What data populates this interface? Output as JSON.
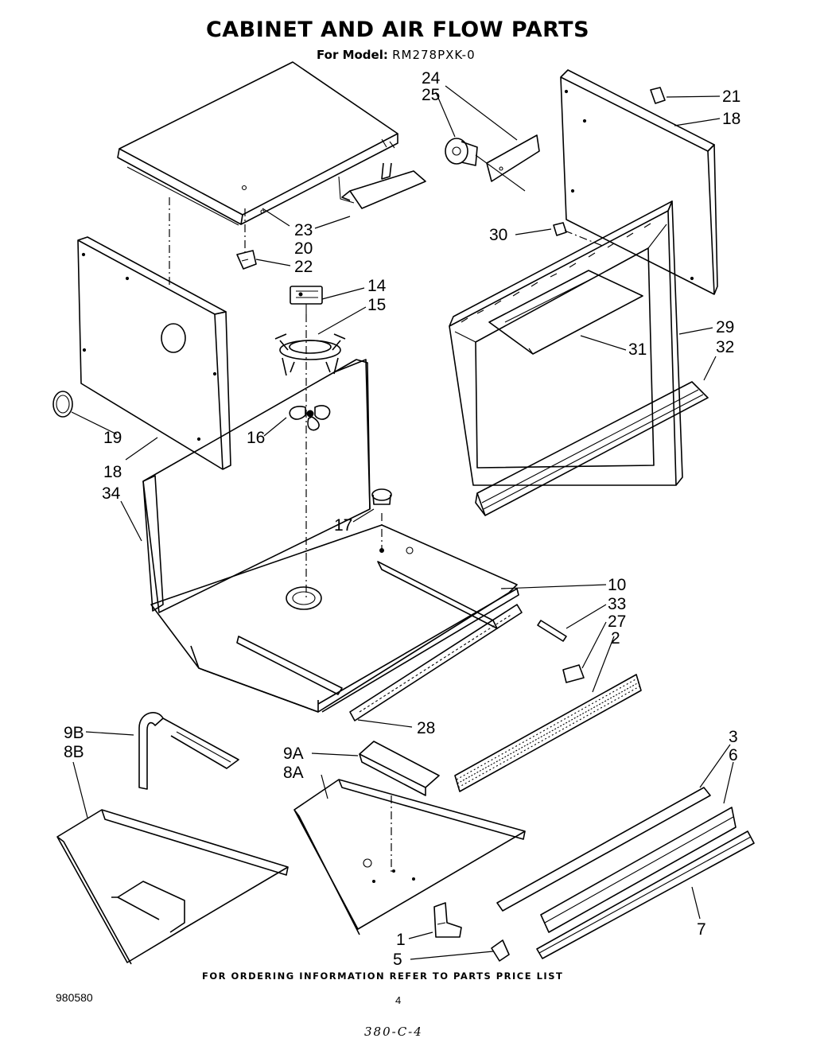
{
  "header": {
    "title": "CABINET AND AIR FLOW PARTS",
    "model_label": "For Model:",
    "model_value": "RM278PXK-0"
  },
  "callouts": {
    "c24": "24",
    "c25": "25",
    "c21": "21",
    "c18a": "18",
    "c23": "23",
    "c20": "20",
    "c22": "22",
    "c30": "30",
    "c14": "14",
    "c15": "15",
    "c29": "29",
    "c32": "32",
    "c31": "31",
    "c16": "16",
    "c19": "19",
    "c18b": "18",
    "c34": "34",
    "c17": "17",
    "c10": "10",
    "c33": "33",
    "c27": "27",
    "c2": "2",
    "c28": "28",
    "c9b": "9B",
    "c8b": "8B",
    "c9a": "9A",
    "c8a": "8A",
    "c3": "3",
    "c6": "6",
    "c7": "7",
    "c1": "1",
    "c5": "5"
  },
  "footer": {
    "ordering_note": "FOR ORDERING INFORMATION REFER TO PARTS PRICE LIST",
    "doc_number": "980580",
    "page_number": "4",
    "handwritten_code": "380-C-4"
  }
}
